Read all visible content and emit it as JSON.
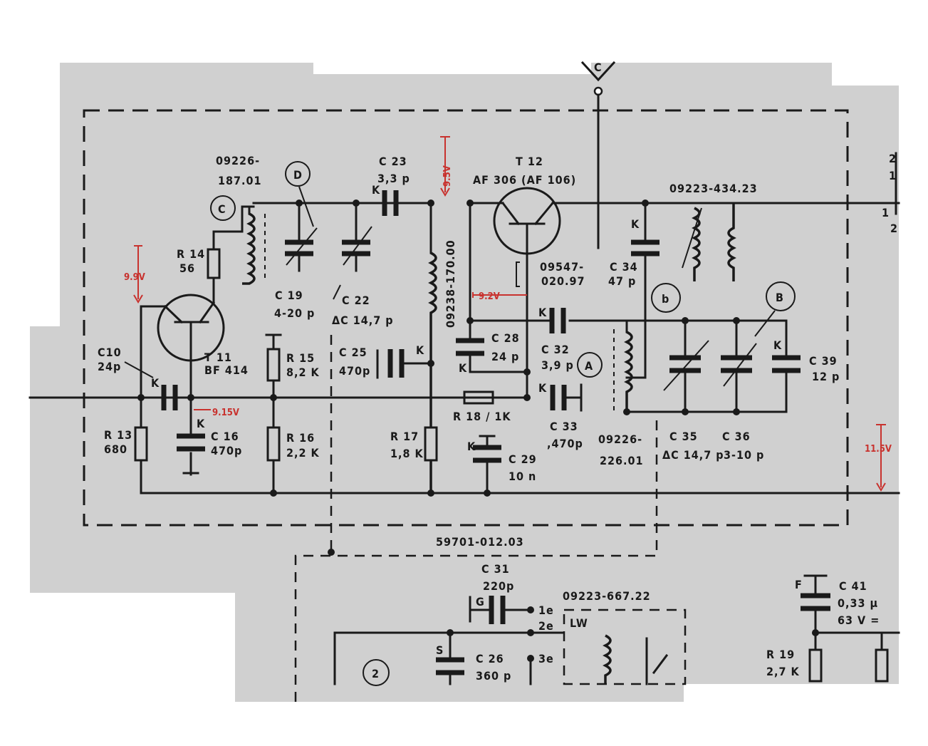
{
  "diagram": {
    "module_part_number": "59701-012.03",
    "colors": {
      "paper": "#ffffff",
      "panel": "#cfcfcf",
      "ink": "#1a1a1a",
      "voltage_red": "#c8322e"
    },
    "voltages": {
      "t11_supply": "9.9V",
      "t11_emitter": "9.15V",
      "t12_base": "9.5V",
      "t12_collector": "9.2V",
      "supply": "11.5V"
    },
    "markers": {
      "C": "C",
      "D": "D",
      "A": "A",
      "B": "B",
      "b": "b",
      "two": "2",
      "top_arrow": "C"
    },
    "components": {
      "c19": {
        "name": "C 19",
        "value": "4-20 p"
      },
      "c22": {
        "name": "C 22",
        "value": "ΔC 14,7 p"
      },
      "c23": {
        "name": "C 23",
        "value": "3,3 p"
      },
      "c10": {
        "name": "C10",
        "value": "24p"
      },
      "c16": {
        "name": "C 16",
        "value": "470p"
      },
      "c25": {
        "name": "C 25",
        "value": "470p"
      },
      "c28": {
        "name": "C 28",
        "value": "24 p"
      },
      "c29": {
        "name": "C 29",
        "value": "10 n"
      },
      "c32": {
        "name": "C 32",
        "value": "3,9 p"
      },
      "c33": {
        "name": "C 33",
        "value": ",470p"
      },
      "c34": {
        "name": "C 34",
        "value": "47 p"
      },
      "c35": {
        "name": "C 35",
        "value": "ΔC 14,7 p"
      },
      "c36": {
        "name": "C 36",
        "value": "3-10 p"
      },
      "c39": {
        "name": "C 39",
        "value": "12 p"
      },
      "c31": {
        "name": "C 31",
        "value": "220p"
      },
      "c26": {
        "name": "C 26",
        "value": "360 p"
      },
      "c41": {
        "name": "C 41",
        "value": "0,33 µ",
        "rating": "63 V ="
      },
      "r13": {
        "name": "R 13",
        "value": "680"
      },
      "r14": {
        "name": "R 14",
        "value": "56"
      },
      "r15": {
        "name": "R 15",
        "value": "8,2 K"
      },
      "r16": {
        "name": "R 16",
        "value": "2,2 K"
      },
      "r17": {
        "name": "R 17",
        "value": "1,8 K"
      },
      "r18": {
        "name": "R 18 / 1K"
      },
      "r19": {
        "name": "R 19",
        "value": "2,7 K"
      },
      "t11": {
        "name": "T 11",
        "type": "BF 414"
      },
      "t12": {
        "name": "T 12",
        "type": "AF 306 (AF 106)"
      },
      "coil_09226_187": {
        "line1": "09226-",
        "line2": "187.01"
      },
      "coil_09238": {
        "label": "09238-170.00"
      },
      "coil_09547": {
        "line1": "09547-",
        "line2": "020.97"
      },
      "coil_09223_434": {
        "label": "09223-434.23"
      },
      "coil_09226_226": {
        "line1": "09226-",
        "line2": "226.01"
      },
      "coil_09223_667": {
        "label": "09223-667.22",
        "band": "LW"
      }
    },
    "pin_labels": {
      "k": "K",
      "s": "S",
      "g": "G",
      "f": "F",
      "e1": "1e",
      "e2": "2e",
      "e3": "3e"
    },
    "edge_digits": {
      "d2": "2",
      "d1": "1",
      "d1b": "1",
      "d2b": "2"
    }
  }
}
